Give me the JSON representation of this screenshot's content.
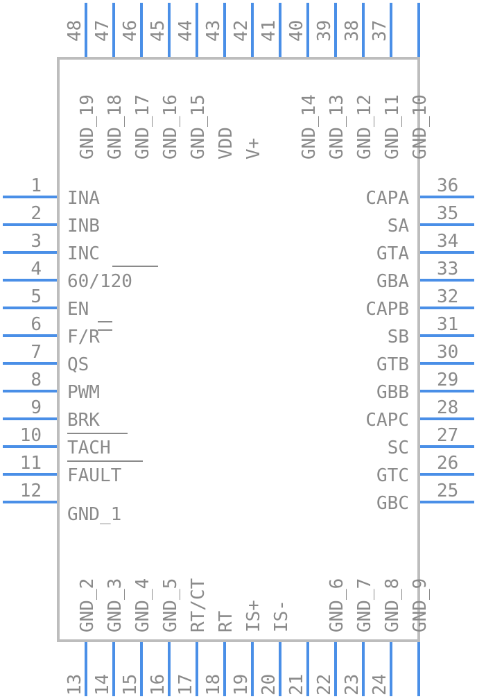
{
  "colors": {
    "pin": "#4a8fe7",
    "outline": "#bdbdbd",
    "text": "#8a8a8a"
  },
  "left_pins": [
    {
      "num": "1",
      "name": "INA"
    },
    {
      "num": "2",
      "name": "INB"
    },
    {
      "num": "3",
      "name": "INC"
    },
    {
      "num": "4",
      "name": "60/120"
    },
    {
      "num": "5",
      "name": "EN"
    },
    {
      "num": "6",
      "name": "F/R"
    },
    {
      "num": "7",
      "name": "QS"
    },
    {
      "num": "8",
      "name": "PWM"
    },
    {
      "num": "9",
      "name": "BRK"
    },
    {
      "num": "10",
      "name": "TACH"
    },
    {
      "num": "11",
      "name": "FAULT"
    },
    {
      "num": "12",
      "name": "GND_1"
    }
  ],
  "bottom_pins": [
    {
      "num": "13",
      "name": "GND_2"
    },
    {
      "num": "14",
      "name": "GND_3"
    },
    {
      "num": "15",
      "name": "GND_4"
    },
    {
      "num": "16",
      "name": "GND_5"
    },
    {
      "num": "17",
      "name": "RT/CT"
    },
    {
      "num": "18",
      "name": "RT"
    },
    {
      "num": "19",
      "name": "IS+"
    },
    {
      "num": "20",
      "name": "IS-"
    },
    {
      "num": "21",
      "name": ""
    },
    {
      "num": "22",
      "name": "GND_6"
    },
    {
      "num": "23",
      "name": "GND_7"
    },
    {
      "num": "24",
      "name": "GND_8"
    },
    {
      "num": "",
      "name": "GND_9"
    }
  ],
  "right_pins": [
    {
      "num": "36",
      "name": "CAPA"
    },
    {
      "num": "35",
      "name": "SA"
    },
    {
      "num": "34",
      "name": "GTA"
    },
    {
      "num": "33",
      "name": "GBA"
    },
    {
      "num": "32",
      "name": "CAPB"
    },
    {
      "num": "31",
      "name": "SB"
    },
    {
      "num": "30",
      "name": "GTB"
    },
    {
      "num": "29",
      "name": "GBB"
    },
    {
      "num": "28",
      "name": "CAPC"
    },
    {
      "num": "27",
      "name": "SC"
    },
    {
      "num": "26",
      "name": "GTC"
    },
    {
      "num": "25",
      "name": "GBC"
    }
  ],
  "top_pins": [
    {
      "num": "48",
      "name": "GND_19"
    },
    {
      "num": "47",
      "name": "GND_18"
    },
    {
      "num": "46",
      "name": "GND_17"
    },
    {
      "num": "45",
      "name": "GND_16"
    },
    {
      "num": "44",
      "name": "GND_15"
    },
    {
      "num": "43",
      "name": "VDD"
    },
    {
      "num": "42",
      "name": "V+"
    },
    {
      "num": "41",
      "name": ""
    },
    {
      "num": "40",
      "name": "GND_14"
    },
    {
      "num": "39",
      "name": "GND_13"
    },
    {
      "num": "38",
      "name": "GND_12"
    },
    {
      "num": "37",
      "name": "GND_11"
    },
    {
      "num": "",
      "name": "GND_10"
    }
  ]
}
